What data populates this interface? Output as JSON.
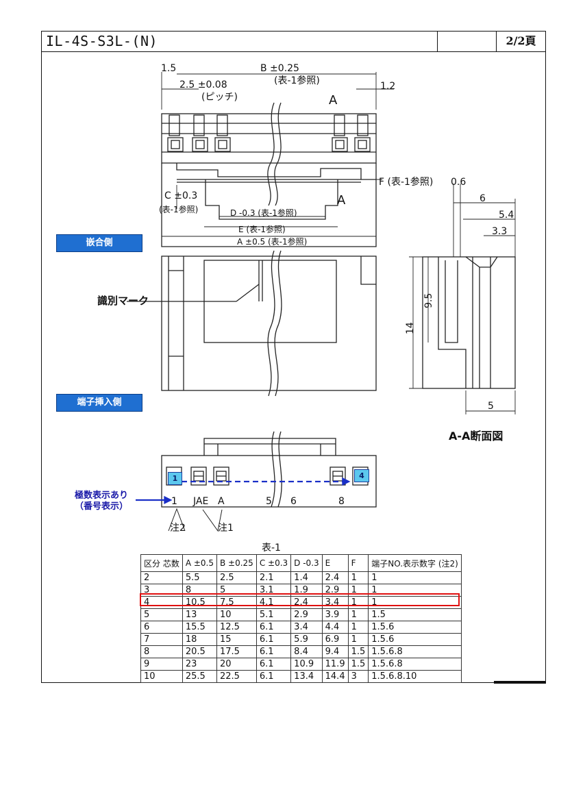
{
  "header": {
    "title": "IL-4S-S3L-(N)",
    "page": "2/2頁"
  },
  "labels": {
    "mating_side": "嵌合側",
    "terminal_insertion_side": "端子挿入側",
    "pole_indication_line1": "極数表示あり",
    "pole_indication_line2": "（番号表示）",
    "identification_mark": "識別マーク",
    "section_title": "A-A断面図",
    "table_title": "表-1",
    "note2": "注2",
    "note1": "注1",
    "pin_first": "1",
    "pin_last": "4"
  },
  "dimensions": {
    "b_tol": "B ±0.25",
    "b_note": "(表-1参照)",
    "dim_15": "1.5",
    "pitch": "2.5 ±0.08",
    "pitch_note": "(ピッチ)",
    "dim_12": "1.2",
    "section_mark": "A",
    "f_note": "F (表-1参照)",
    "dim_06": "0.6",
    "c_label": "C ±0.3",
    "c_note": "(表-1参照)",
    "d_label": "D -0.3 (表-1参照)",
    "e_label": "E (表-1参照)",
    "a_label": "A ±0.5 (表-1参照)",
    "dim_6": "6",
    "dim_54": "5.4",
    "dim_33": "3.3",
    "dim_95": "9.5",
    "dim_14": "14",
    "dim_5": "5",
    "bottom_codes": [
      "1",
      "JAE",
      "A",
      "5",
      "6",
      "8"
    ]
  },
  "table": {
    "headers": [
      "区分\n芯数",
      "A ±0.5",
      "B ±0.25",
      "C ±0.3",
      "D -0.3",
      "E",
      "F",
      "端子NO.表示数字\n(注2)"
    ],
    "rows": [
      [
        "2",
        "5.5",
        "2.5",
        "2.1",
        "1.4",
        "2.4",
        "1",
        "1"
      ],
      [
        "3",
        "8",
        "5",
        "3.1",
        "1.9",
        "2.9",
        "1",
        "1"
      ],
      [
        "4",
        "10.5",
        "7.5",
        "4.1",
        "2.4",
        "3.4",
        "1",
        "1"
      ],
      [
        "5",
        "13",
        "10",
        "5.1",
        "2.9",
        "3.9",
        "1",
        "1.5"
      ],
      [
        "6",
        "15.5",
        "12.5",
        "6.1",
        "3.4",
        "4.4",
        "1",
        "1.5.6"
      ],
      [
        "7",
        "18",
        "15",
        "6.1",
        "5.9",
        "6.9",
        "1",
        "1.5.6"
      ],
      [
        "8",
        "20.5",
        "17.5",
        "6.1",
        "8.4",
        "9.4",
        "1.5",
        "1.5.6.8"
      ],
      [
        "9",
        "23",
        "20",
        "6.1",
        "10.9",
        "11.9",
        "1.5",
        "1.5.6.8"
      ],
      [
        "10",
        "25.5",
        "22.5",
        "6.1",
        "13.4",
        "14.4",
        "3",
        "1.5.6.8.10"
      ]
    ],
    "highlighted_row": "4"
  },
  "colors": {
    "label_bg": "#1f6fd1",
    "note_text": "#1a1aa8",
    "pin_fill": "#5cc8ee",
    "highlight": "#e01010"
  }
}
